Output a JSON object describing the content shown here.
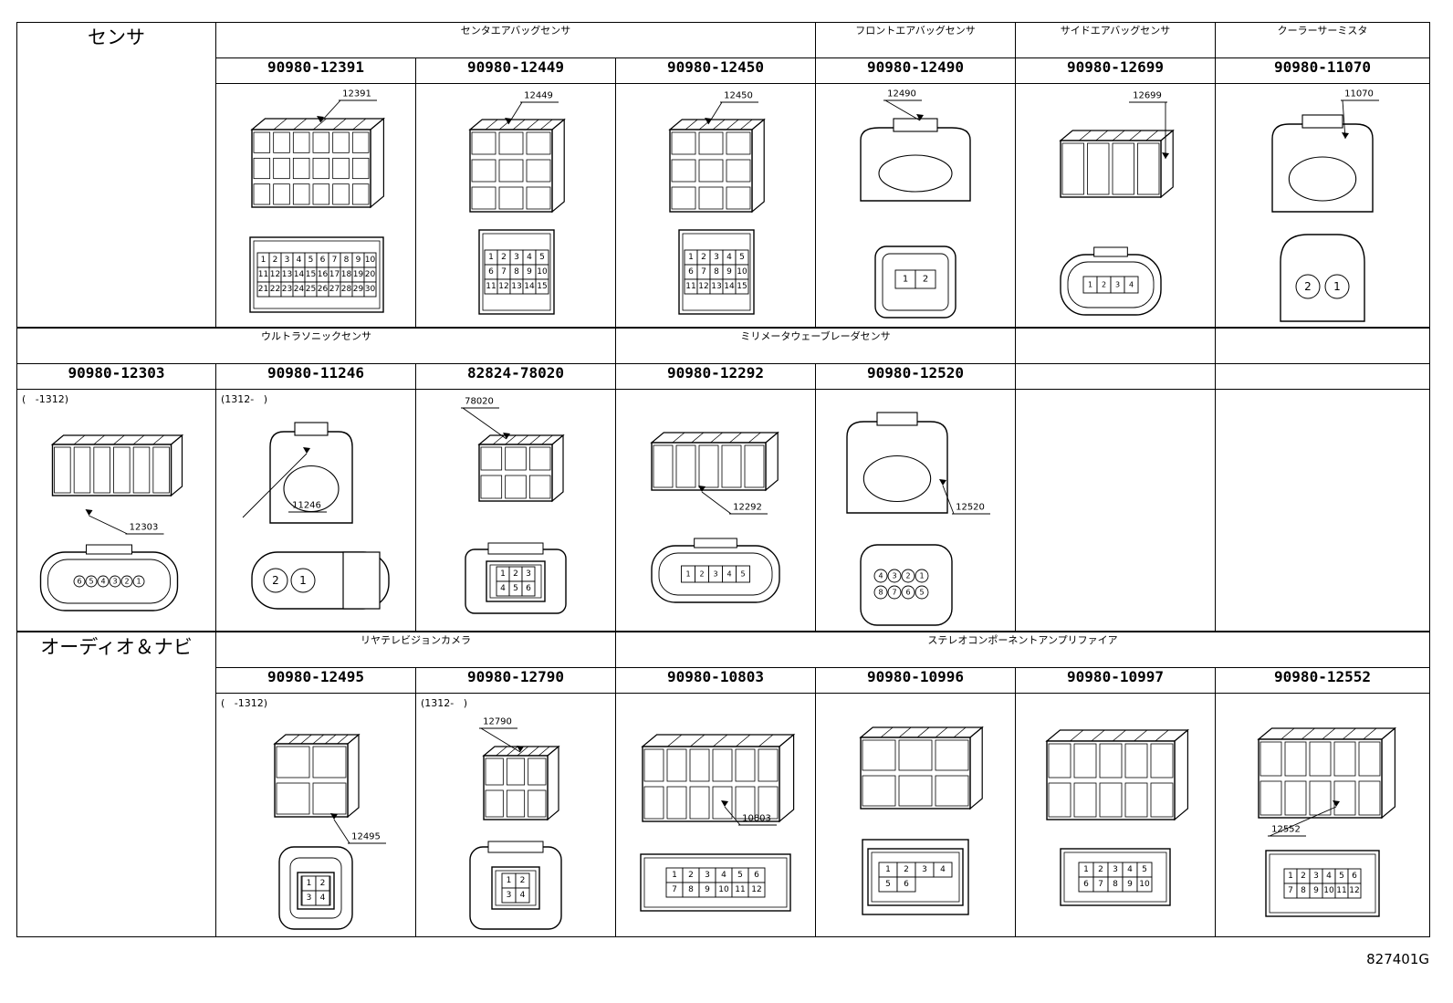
{
  "rows": [
    {
      "label": "センサ",
      "groups": [
        {
          "title": "センタエアバッグセンサ",
          "span": 3
        },
        {
          "title": "フロントエアバッグセンサ",
          "span": 1
        },
        {
          "title": "サイドエアバッグセンサ",
          "span": 1
        },
        {
          "title": "クーラーサーミスタ",
          "span": 1
        }
      ],
      "parts": [
        {
          "pn": "90980-12391",
          "callout": "12391",
          "note": "",
          "pins": [
            "1",
            "2",
            "3",
            "4",
            "5",
            "6",
            "7",
            "8",
            "9",
            "10",
            "11",
            "12",
            "13",
            "14",
            "15",
            "16",
            "17",
            "18",
            "19",
            "20",
            "21",
            "22",
            "23",
            "24",
            "25",
            "26",
            "27",
            "28",
            "29",
            "30"
          ]
        },
        {
          "pn": "90980-12449",
          "callout": "12449",
          "note": "",
          "pins": [
            "1",
            "2",
            "3",
            "4",
            "5",
            "6",
            "7",
            "8",
            "9",
            "10",
            "11",
            "12",
            "13",
            "14",
            "15"
          ]
        },
        {
          "pn": "90980-12450",
          "callout": "12450",
          "note": "",
          "pins": [
            "1",
            "2",
            "3",
            "4",
            "5",
            "6",
            "7",
            "8",
            "9",
            "10",
            "11",
            "12",
            "13",
            "14",
            "15"
          ]
        },
        {
          "pn": "90980-12490",
          "callout": "12490",
          "note": "",
          "pins": [
            "1",
            "2"
          ]
        },
        {
          "pn": "90980-12699",
          "callout": "12699",
          "note": "",
          "pins": [
            "1",
            "2",
            "3",
            "4"
          ]
        },
        {
          "pn": "90980-11070",
          "callout": "11070",
          "note": "",
          "pins": [
            "2",
            "1"
          ]
        }
      ]
    },
    {
      "label": "",
      "groups": [
        {
          "title": "ウルトラソニックセンサ",
          "span": 3
        },
        {
          "title": "ミリメータウェーブレーダセンサ",
          "span": 2
        },
        {
          "title": "",
          "span": 1
        },
        {
          "title": "",
          "span": 1
        }
      ],
      "parts": [
        {
          "pn": "90980-12303",
          "callout": "12303",
          "note": "(   -1312)",
          "pins": [
            "6",
            "5",
            "4",
            "3",
            "2",
            "1"
          ]
        },
        {
          "pn": "90980-11246",
          "callout": "11246",
          "note": "(1312-   )",
          "pins": [
            "2",
            "1"
          ]
        },
        {
          "pn": "82824-78020",
          "callout": "78020",
          "note": "",
          "pins": [
            "1",
            "2",
            "3",
            "4",
            "5",
            "6"
          ]
        },
        {
          "pn": "90980-12292",
          "callout": "12292",
          "note": "",
          "pins": [
            "1",
            "2",
            "3",
            "4",
            "5"
          ]
        },
        {
          "pn": "90980-12520",
          "callout": "12520",
          "note": "",
          "pins": [
            "4",
            "3",
            "2",
            "1",
            "8",
            "7",
            "6",
            "5"
          ]
        },
        {
          "pn": "",
          "callout": "",
          "note": "",
          "pins": []
        },
        {
          "pn": "",
          "callout": "",
          "note": "",
          "pins": []
        }
      ]
    },
    {
      "label": "オーディオ＆ナビ",
      "groups": [
        {
          "title": "リヤテレビジョンカメラ",
          "span": 2
        },
        {
          "title": "ステレオコンポーネントアンプリファイア",
          "span": 4
        }
      ],
      "parts": [
        {
          "pn": "90980-12495",
          "callout": "12495",
          "note": "(   -1312)",
          "pins": [
            "1",
            "2",
            "3",
            "4"
          ]
        },
        {
          "pn": "90980-12790",
          "callout": "12790",
          "note": "(1312-   )",
          "pins": [
            "1",
            "2",
            "3",
            "4"
          ]
        },
        {
          "pn": "90980-10803",
          "callout": "10803",
          "note": "",
          "pins": [
            "1",
            "2",
            "3",
            "4",
            "5",
            "6",
            "7",
            "8",
            "9",
            "10",
            "11",
            "12"
          ]
        },
        {
          "pn": "90980-10996",
          "callout": "",
          "note": "",
          "pins": [
            "1",
            "2",
            "3",
            "4",
            "5",
            "6"
          ]
        },
        {
          "pn": "90980-10997",
          "callout": "",
          "note": "",
          "pins": [
            "1",
            "2",
            "3",
            "4",
            "5",
            "6",
            "7",
            "8",
            "9",
            "10"
          ]
        },
        {
          "pn": "90980-12552",
          "callout": "12552",
          "note": "",
          "pins": [
            "1",
            "2",
            "3",
            "4",
            "5",
            "6",
            "7",
            "8",
            "9",
            "10",
            "11",
            "12"
          ]
        }
      ]
    }
  ],
  "drawing_id": "827401G"
}
